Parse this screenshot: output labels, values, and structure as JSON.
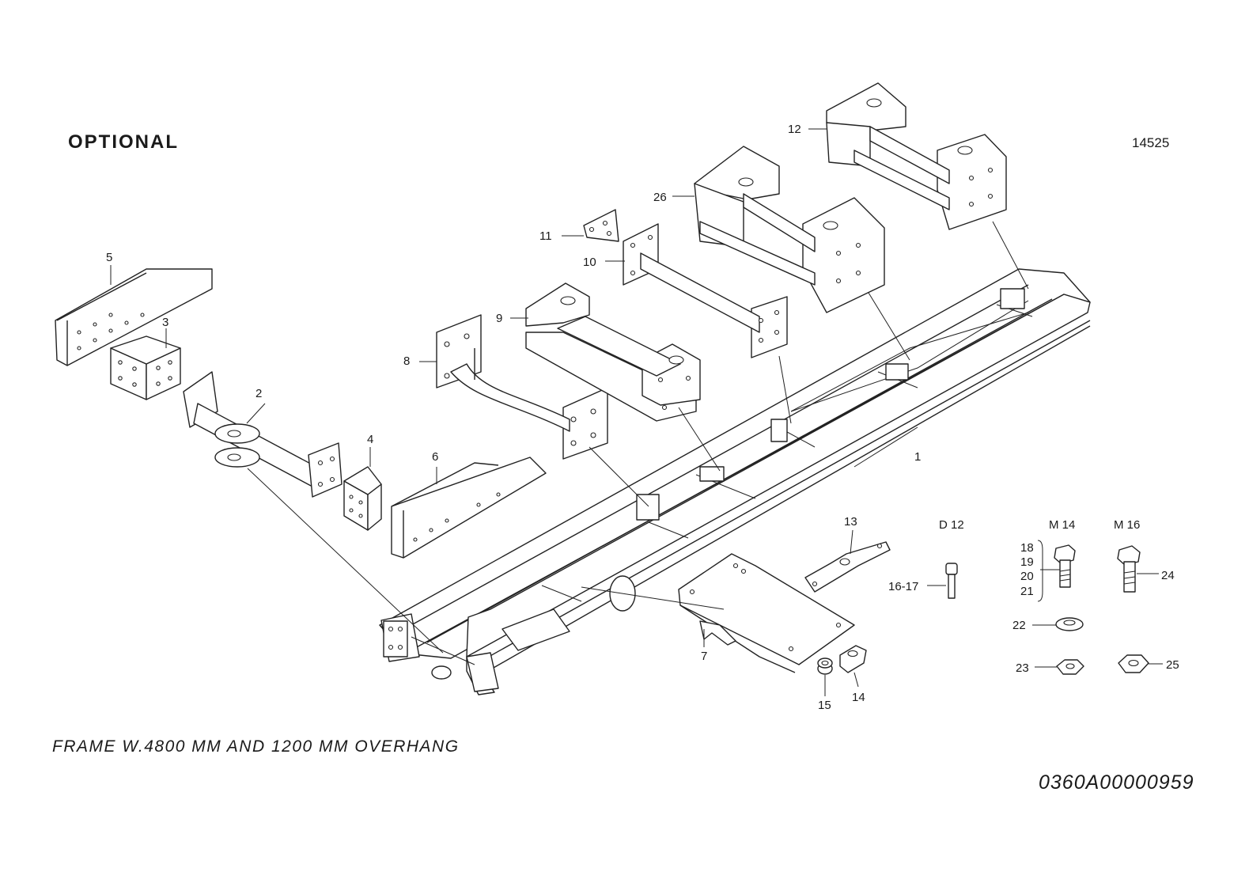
{
  "header": {
    "heading": "OPTIONAL",
    "figure_number": "14525"
  },
  "footer": {
    "caption": "FRAME W.4800 MM AND 1200 MM OVERHANG",
    "document_number": "0360A00000959"
  },
  "callouts": {
    "c1": "1",
    "c2": "2",
    "c3": "3",
    "c4": "4",
    "c5": "5",
    "c6": "6",
    "c7": "7",
    "c8": "8",
    "c9": "9",
    "c10": "10",
    "c11": "11",
    "c12": "12",
    "c13": "13",
    "c14": "14",
    "c15": "15",
    "c16_17": "16-17",
    "c18": "18",
    "c19": "19",
    "c20": "20",
    "c21": "21",
    "c22": "22",
    "c23": "23",
    "c24": "24",
    "c25": "25",
    "c26": "26"
  },
  "hardware_sizes": {
    "d12": "D 12",
    "m14": "M 14",
    "m16": "M 16"
  }
}
